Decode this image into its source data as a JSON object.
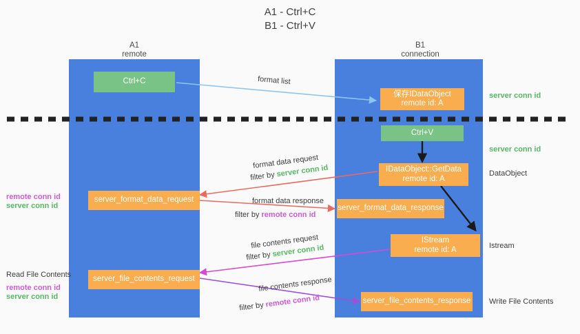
{
  "title": {
    "line1": "A1 - Ctrl+C",
    "line2": "B1 - Ctrl+V"
  },
  "colors": {
    "background": "#fafafa",
    "panel_blue": "#4a80dd",
    "box_green": "#7ac387",
    "box_orange": "#f9ad4e",
    "server_conn_green": "#57b765",
    "remote_conn_magenta": "#cc5ad6",
    "arrow_light_blue": "#8ec5f0",
    "arrow_red": "#ea6a5e",
    "arrow_magenta": "#d44ad4",
    "arrow_purple": "#a14fd6",
    "arrow_black": "#1a1a1a",
    "divider_black": "#222222"
  },
  "columns": [
    {
      "name": "A1",
      "sub": "remote"
    },
    {
      "name": "B1",
      "sub": "connection"
    }
  ],
  "boxes": {
    "ctrl_c": {
      "text": "Ctrl+C"
    },
    "save_idataobject": {
      "line1": "保存IDataObject",
      "line2": "remote id: A"
    },
    "ctrl_v": {
      "text": "Ctrl+V"
    },
    "getdata": {
      "line1": "IDataObject::GetData",
      "line2": "remote id: A"
    },
    "server_format_data_request": {
      "text": "server_format_data_request"
    },
    "server_format_data_response": {
      "text": "server_format_data_response"
    },
    "istream": {
      "line1": "IStream",
      "line2": "remote id: A"
    },
    "server_file_contents_request": {
      "text": "server_file_contents_request"
    },
    "server_file_contents_response": {
      "text": "server_file_contents_response"
    }
  },
  "arrow_labels": {
    "format_list": "format list",
    "format_data_request": "format data request",
    "format_data_request_filter_prefix": "filter by ",
    "format_data_request_filter_value": "server conn id",
    "format_data_response": "format data response",
    "format_data_response_filter_prefix": "filter by ",
    "format_data_response_filter_value": "remote conn id",
    "file_contents_request": "file contents request",
    "file_contents_request_filter_prefix": "filter by ",
    "file_contents_request_filter_value": "server conn id",
    "file_contents_response": "file contents response",
    "file_contents_response_filter_prefix": "filter by ",
    "file_contents_response_filter_value": "remote conn id"
  },
  "right_labels": {
    "server_conn_id_top": "server conn id",
    "server_conn_id_mid": "server conn id",
    "dataobject": "DataObject",
    "istream": "Istream",
    "write_file_contents": "Write File Contents"
  },
  "left_labels": {
    "remote_conn_id_upper": "remote conn id",
    "server_conn_id_upper": "server conn id",
    "read_file_contents": "Read File Contents",
    "remote_conn_id_lower": "remote conn id",
    "server_conn_id_lower": "server conn id"
  }
}
